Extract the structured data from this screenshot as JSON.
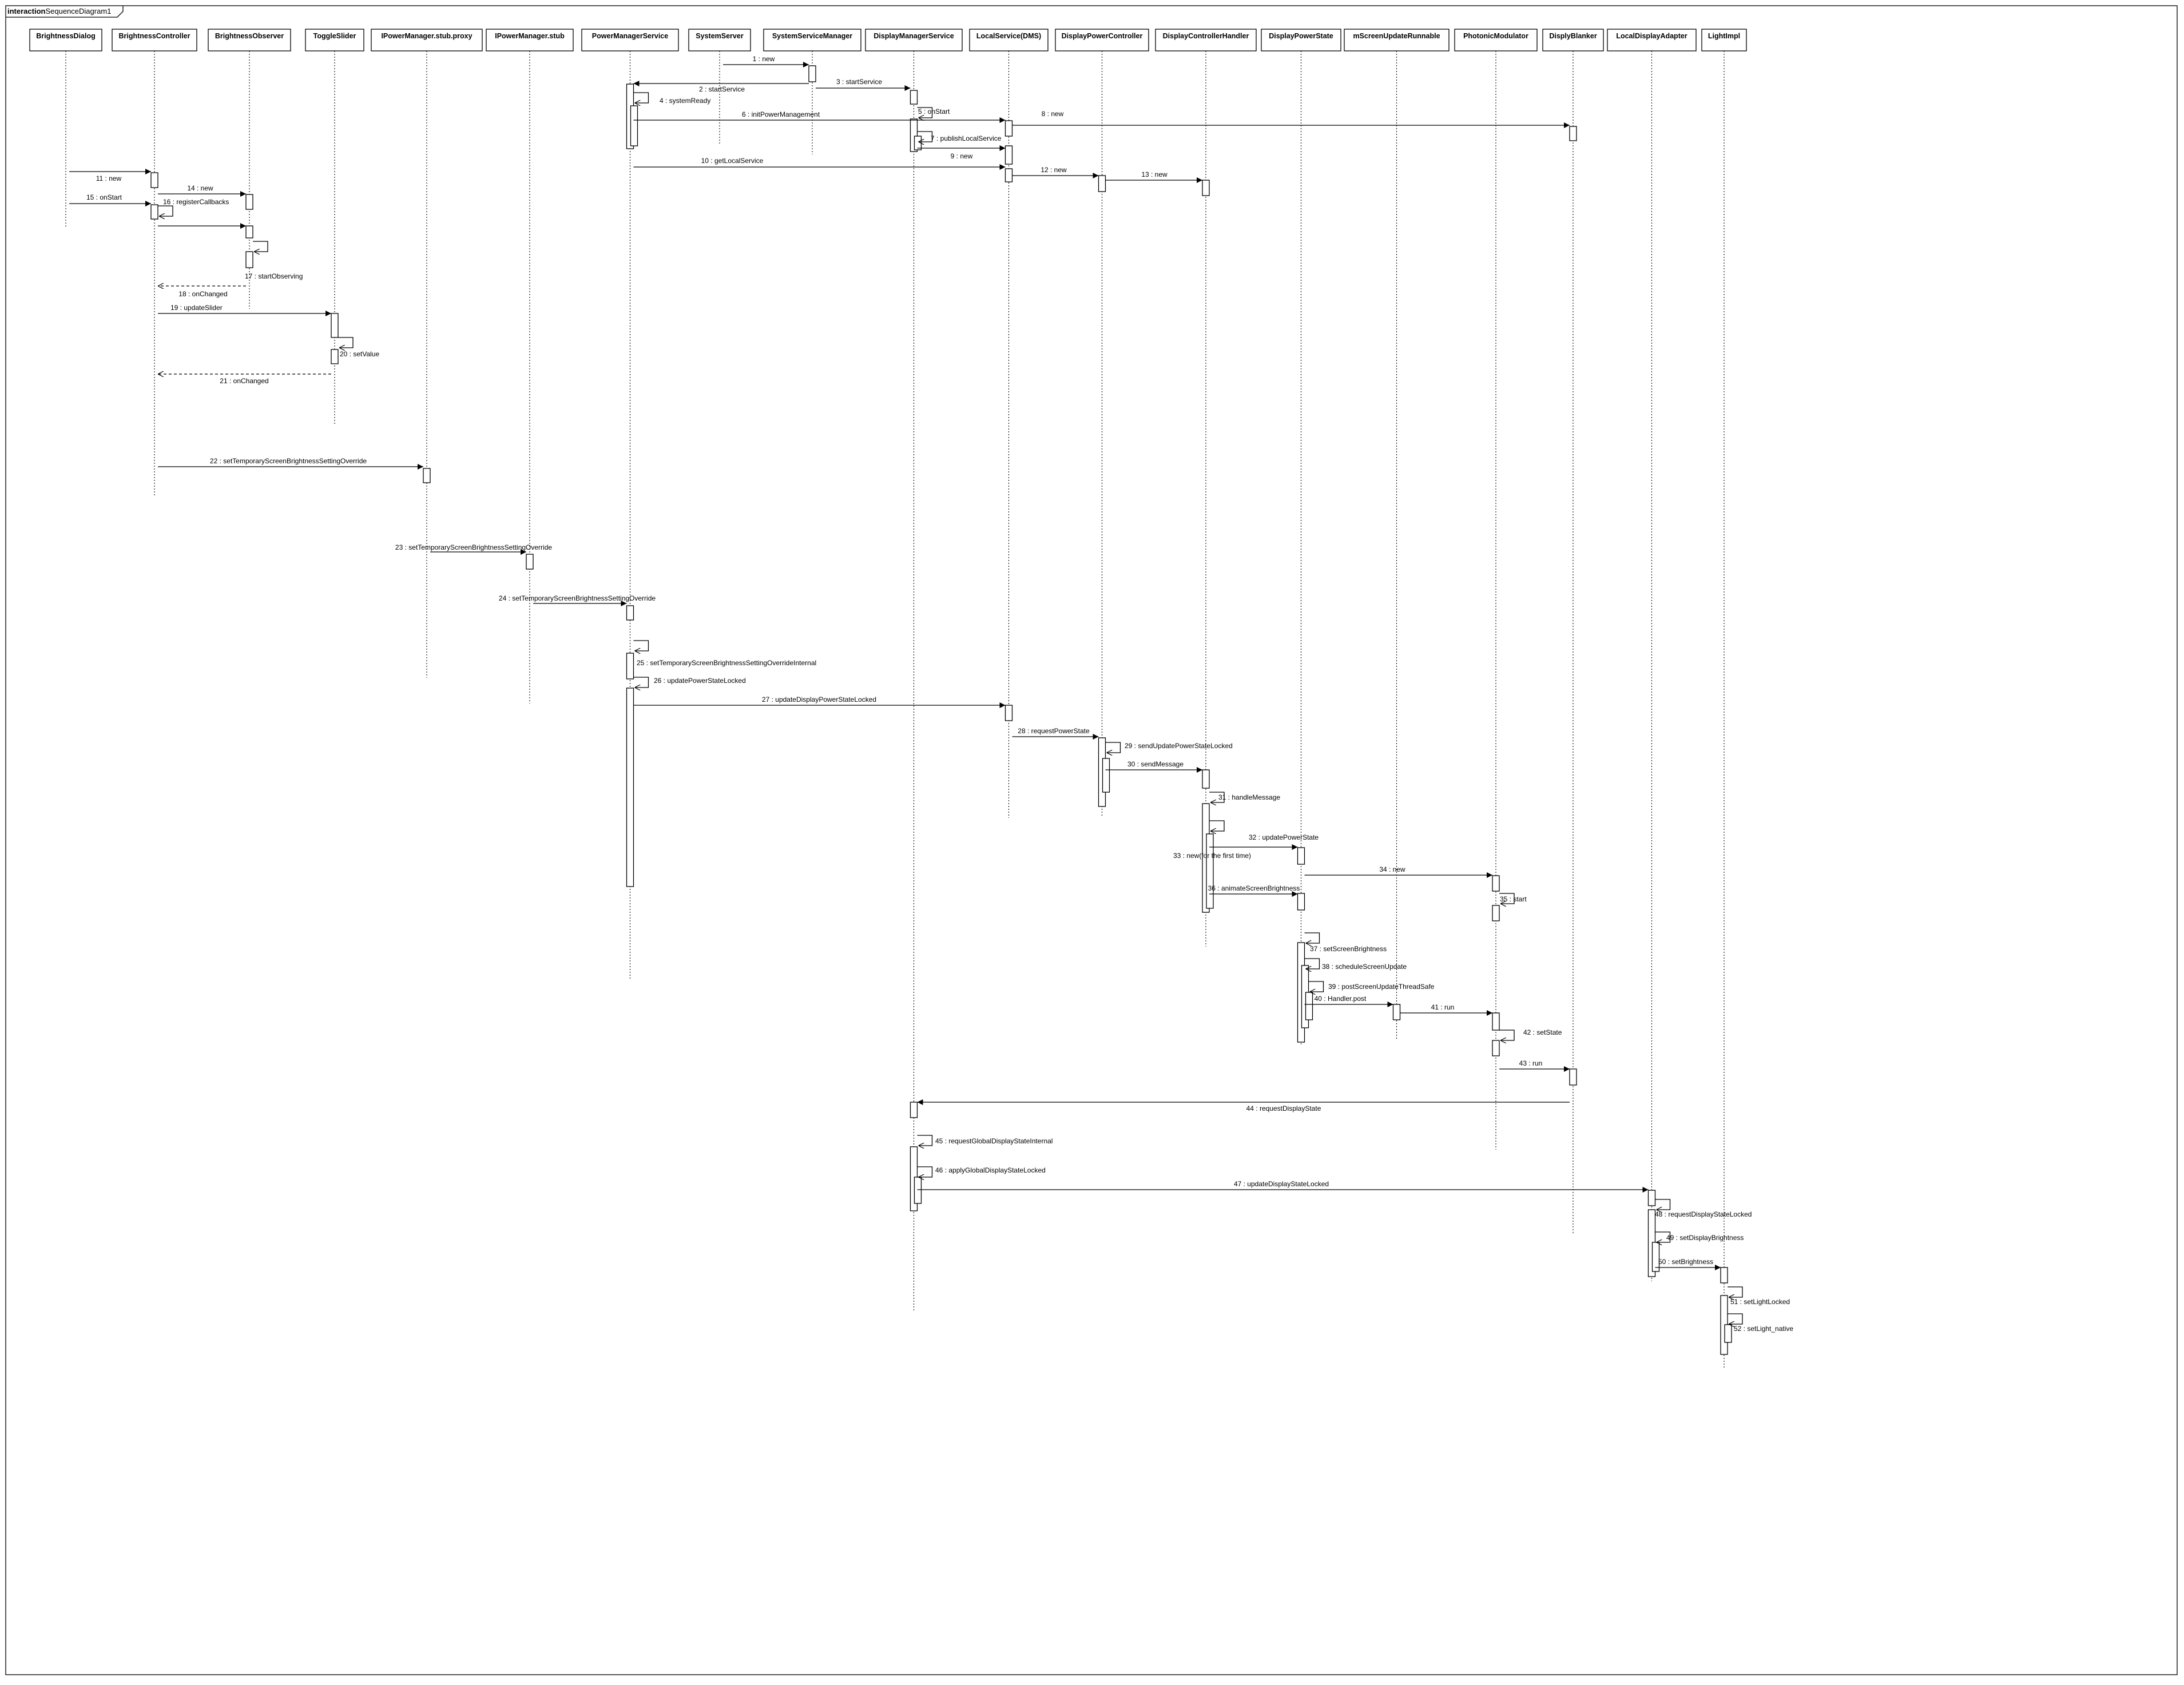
{
  "frame": {
    "keyword": "interaction",
    "name": "SequenceDiagram1"
  },
  "lifelines": [
    {
      "id": "bd",
      "name": "BrightnessDialog"
    },
    {
      "id": "bc",
      "name": "BrightnessController"
    },
    {
      "id": "bo",
      "name": "BrightnessObserver"
    },
    {
      "id": "ts",
      "name": "ToggleSlider"
    },
    {
      "id": "ipp",
      "name": "IPowerManager.stub.proxy"
    },
    {
      "id": "ips",
      "name": "IPowerManager.stub"
    },
    {
      "id": "pms",
      "name": "PowerManagerService"
    },
    {
      "id": "ss",
      "name": "SystemServer"
    },
    {
      "id": "ssm",
      "name": "SystemServiceManager"
    },
    {
      "id": "dms",
      "name": "DisplayManagerService"
    },
    {
      "id": "ls",
      "name": "LocalService(DMS)"
    },
    {
      "id": "dpc",
      "name": "DisplayPowerController"
    },
    {
      "id": "dch",
      "name": "DisplayControllerHandler"
    },
    {
      "id": "dps",
      "name": "DisplayPowerState"
    },
    {
      "id": "msur",
      "name": "mScreenUpdateRunnable"
    },
    {
      "id": "pm",
      "name": "PhotonicModulator"
    },
    {
      "id": "db",
      "name": "DisplyBlanker"
    },
    {
      "id": "lda",
      "name": "LocalDisplayAdapter"
    },
    {
      "id": "li",
      "name": "LightImpl"
    }
  ],
  "messages": [
    {
      "label": "1 : new"
    },
    {
      "label": "2 : startService"
    },
    {
      "label": "3 : startService"
    },
    {
      "label": "4 : systemReady"
    },
    {
      "label": "5 : onStart"
    },
    {
      "label": "6 : initPowerManagement"
    },
    {
      "label": "7 : publishLocalService"
    },
    {
      "label": "8 : new"
    },
    {
      "label": "9 : new"
    },
    {
      "label": "10 : getLocalService"
    },
    {
      "label": "11 : new"
    },
    {
      "label": "12 : new"
    },
    {
      "label": "13 : new"
    },
    {
      "label": "14 : new"
    },
    {
      "label": "15 : onStart"
    },
    {
      "label": "16 : registerCallbacks"
    },
    {
      "label": "17 : startObserving"
    },
    {
      "label": "18 : onChanged"
    },
    {
      "label": "19 : updateSlider"
    },
    {
      "label": "20 : setValue"
    },
    {
      "label": "21 : onChanged"
    },
    {
      "label": "22 : setTemporaryScreenBrightnessSettingOverride"
    },
    {
      "label": "23 : setTemporaryScreenBrightnessSettingOverride"
    },
    {
      "label": "24 : setTemporaryScreenBrightnessSettingOverride"
    },
    {
      "label": "25 : setTemporaryScreenBrightnessSettingOverrideInternal"
    },
    {
      "label": "26 : updatePowerStateLocked"
    },
    {
      "label": "27 : updateDisplayPowerStateLocked"
    },
    {
      "label": "28 : requestPowerState"
    },
    {
      "label": "29 : sendUpdatePowerStateLocked"
    },
    {
      "label": "30 : sendMessage"
    },
    {
      "label": "31 : handleMessage"
    },
    {
      "label": "32 : updatePowerState"
    },
    {
      "label": "33 : new(for the first time)"
    },
    {
      "label": "34 : new"
    },
    {
      "label": "35 : start"
    },
    {
      "label": "36 : animateScreenBrightness"
    },
    {
      "label": "37 : setScreenBrightness"
    },
    {
      "label": "38 : scheduleScreenUpdate"
    },
    {
      "label": "39 : postScreenUpdateThreadSafe"
    },
    {
      "label": "40 : Handler.post"
    },
    {
      "label": "41 : run"
    },
    {
      "label": "42 : setState"
    },
    {
      "label": "43 : run"
    },
    {
      "label": "44 : requestDisplayState"
    },
    {
      "label": "45 : requestGlobalDisplayStateInternal"
    },
    {
      "label": "46 : applyGlobalDisplayStateLocked"
    },
    {
      "label": "47 : updateDisplayStateLocked"
    },
    {
      "label": "48 : requestDisplayStateLocked"
    },
    {
      "label": "49 : setDisplayBrightness"
    },
    {
      "label": "50 : setBrightness"
    },
    {
      "label": "51 : setLightLocked"
    },
    {
      "label": "52 : setLight_native"
    }
  ]
}
